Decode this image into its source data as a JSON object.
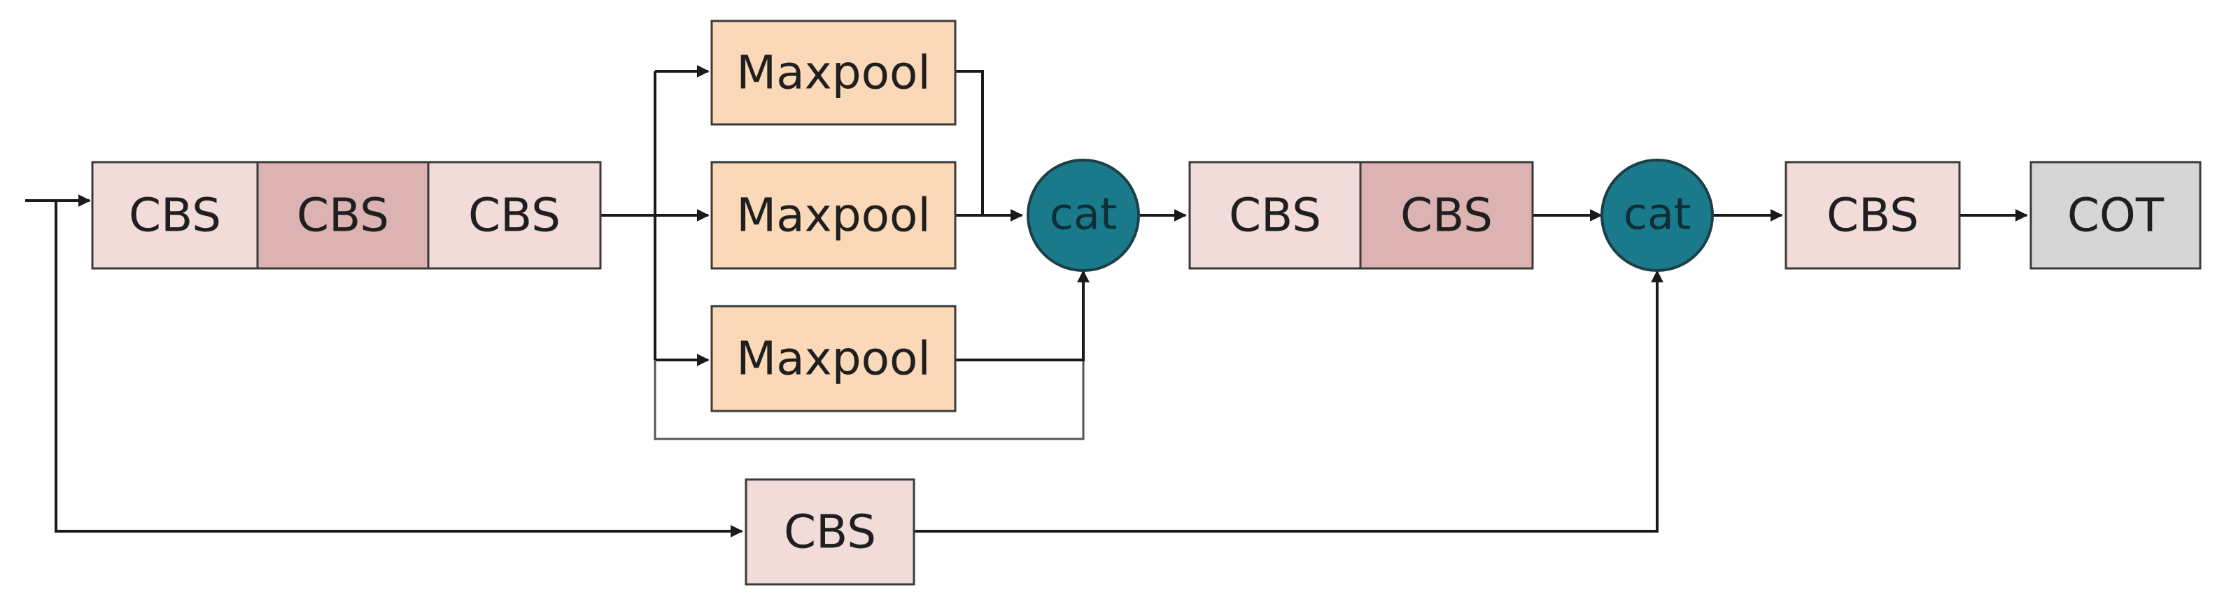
{
  "colors": {
    "cbs_light": "#f2dcda",
    "cbs_dark": "#dcb3b2",
    "maxpool": "#fbd8b8",
    "cot": "#d6d6d6",
    "cat": "#1a7a8c"
  },
  "blocks": {
    "cbs1": "CBS",
    "cbs2": "CBS",
    "cbs3": "CBS",
    "maxpool1": "Maxpool",
    "maxpool2": "Maxpool",
    "maxpool3": "Maxpool",
    "cat1": "cat",
    "cbs4": "CBS",
    "cbs5": "CBS",
    "cat2": "cat",
    "cbs6": "CBS",
    "cot": "COT",
    "cbs_bottom": "CBS"
  }
}
